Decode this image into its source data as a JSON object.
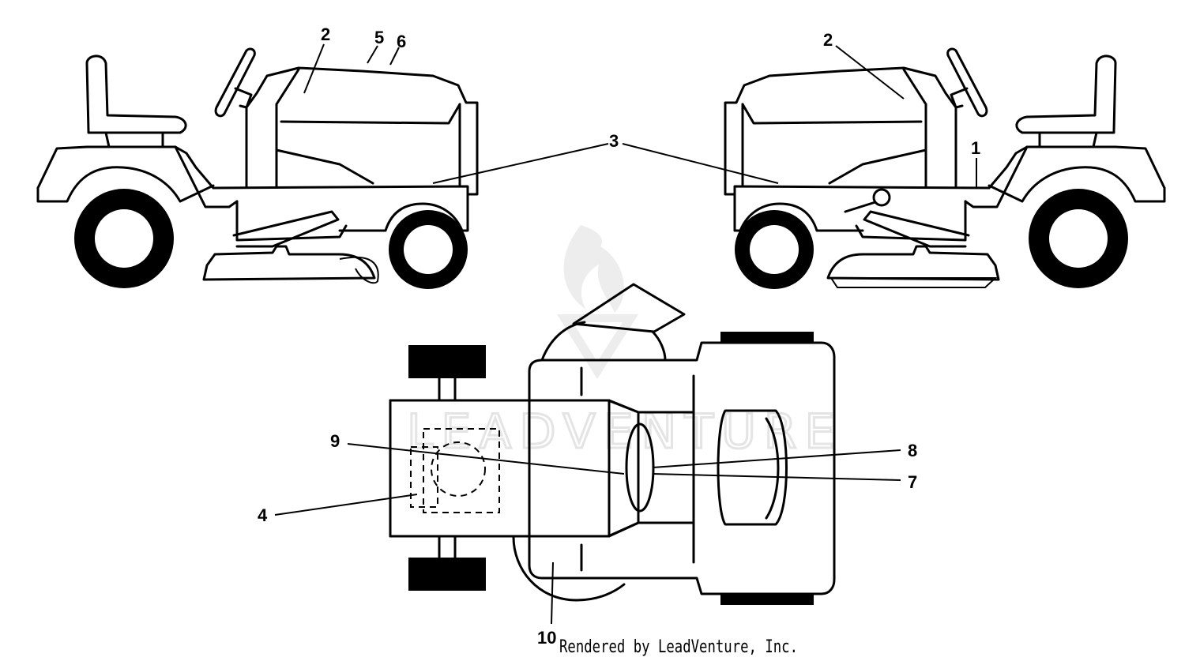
{
  "callouts": {
    "c1": "1",
    "c2_left": "2",
    "c2_right": "2",
    "c3": "3",
    "c4": "4",
    "c5": "5",
    "c6": "6",
    "c7": "7",
    "c8": "8",
    "c9": "9",
    "c10": "10"
  },
  "watermark": {
    "text": "LEADVENTURE"
  },
  "footer": {
    "rendered_by": "Rendered by LeadVenture, Inc."
  },
  "colors": {
    "ink": "#000000",
    "background": "#ffffff",
    "watermark": "#e4e4e4"
  }
}
